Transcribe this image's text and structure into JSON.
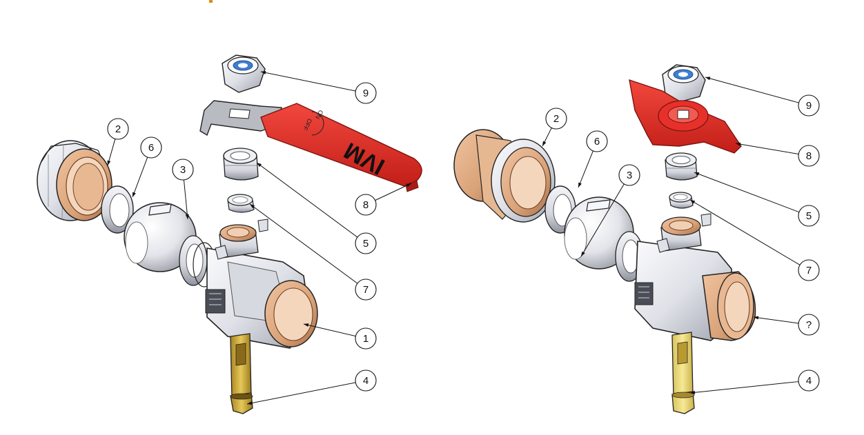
{
  "colors": {
    "chrome": "#e6e8ef",
    "chrome_dark": "#9ea2ad",
    "copper": "#d9a278",
    "copper_dark": "#a86d48",
    "brass": "#c8a13a",
    "brass_light": "#ecd87a",
    "lever_red": "#e0312a",
    "butterfly_red": "#e8302a",
    "nylon_blue": "#3f7fd1",
    "steel": "#b8bcc2",
    "outline": "#222222",
    "accent_orange": "#e08a1e"
  },
  "left_valve": {
    "name": "lever-handle-ball-valve",
    "handle": {
      "brand_text": "MVI",
      "direction_off": "OFF",
      "direction_on": "ON"
    },
    "callouts": [
      {
        "id": "1",
        "label": "1"
      },
      {
        "id": "2",
        "label": "2"
      },
      {
        "id": "3",
        "label": "3"
      },
      {
        "id": "4",
        "label": "4"
      },
      {
        "id": "5",
        "label": "5"
      },
      {
        "id": "6",
        "label": "6"
      },
      {
        "id": "7",
        "label": "7"
      },
      {
        "id": "8",
        "label": "8"
      },
      {
        "id": "9",
        "label": "9"
      }
    ]
  },
  "right_valve": {
    "name": "butterfly-handle-ball-valve",
    "callouts": [
      {
        "id": "2",
        "label": "2"
      },
      {
        "id": "6",
        "label": "6"
      },
      {
        "id": "3",
        "label": "3"
      },
      {
        "id": "9",
        "label": "9"
      },
      {
        "id": "8",
        "label": "8"
      },
      {
        "id": "5",
        "label": "5"
      },
      {
        "id": "7",
        "label": "7"
      },
      {
        "id": "?",
        "label": "?"
      },
      {
        "id": "4",
        "label": "4"
      }
    ]
  }
}
